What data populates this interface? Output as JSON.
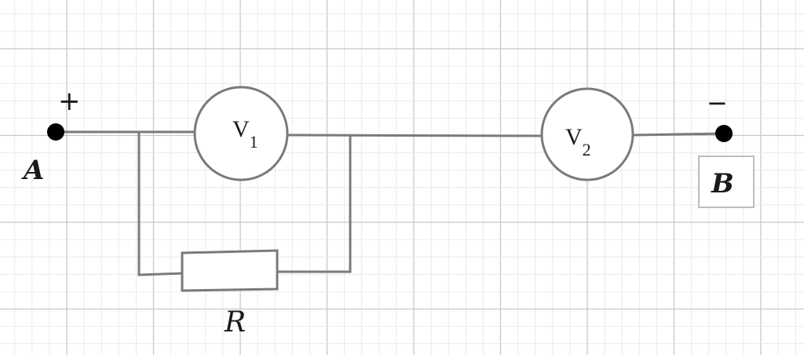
{
  "circuit": {
    "terminal_a": {
      "label": "A",
      "polarity": "+"
    },
    "terminal_b": {
      "label": "B",
      "polarity": "−"
    },
    "voltmeter_1": {
      "symbol": "V",
      "subscript": "1"
    },
    "voltmeter_2": {
      "symbol": "V",
      "subscript": "2"
    },
    "resistor": {
      "label": "R"
    }
  },
  "colors": {
    "wire": "#7a7a7a",
    "grid_major": "#c8c8c8",
    "grid_minor": "#e6e6e6",
    "node": "#000000",
    "text": "#1a1a1a"
  }
}
